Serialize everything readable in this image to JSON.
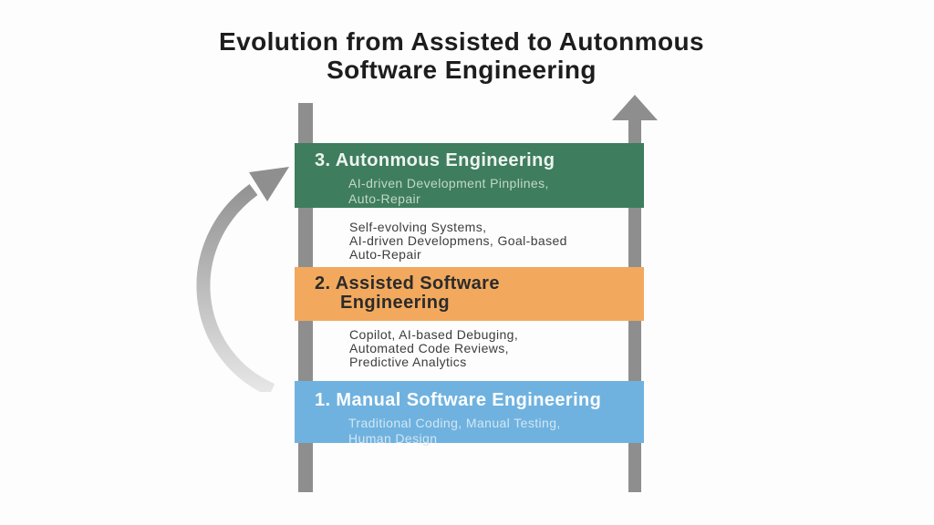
{
  "title": {
    "line1": "Evolution from Assisted to Autonmous",
    "line2": "Software Engineering"
  },
  "diagram": {
    "rail_color": "#8e8e8e",
    "up_arrow_color": "#8e8e8e",
    "curved_arrow_color_top": "#949494",
    "curved_arrow_color_bottom": "#e6e6e6",
    "curved_arrow_head_color": "#8f8f8f",
    "levels": [
      {
        "heading_lines": [
          "3. Autonmous Engineering"
        ],
        "details": [
          "AI-driven Development Pinplines,",
          "Auto-Repair"
        ],
        "color": "#3e7d5d",
        "heading_color": "#eef4f0",
        "details_color": "#c3d8ca"
      },
      {
        "heading_lines": [
          "2. Assisted Software",
          "Engineering"
        ],
        "details": [],
        "color": "#f2a95e",
        "heading_color": "#2b2b2b",
        "details_color": "#2b2b2b"
      },
      {
        "heading_lines": [
          "1. Manual Software Engineering"
        ],
        "details": [
          "Traditional Coding, Manual Testing,",
          "Human Design"
        ],
        "color": "#6fb2df",
        "heading_color": "#fbfdfe",
        "details_color": "#d2e6f5"
      }
    ],
    "annotations": [
      {
        "lines": [
          "Self-evolving Systems,",
          "AI-driven Developmens, Goal-based",
          "Auto-Repair"
        ]
      },
      {
        "lines": [
          "Copilot, AI-based Debuging,",
          "Automated Code Reviews,",
          "Predictive Analytics"
        ]
      }
    ]
  }
}
